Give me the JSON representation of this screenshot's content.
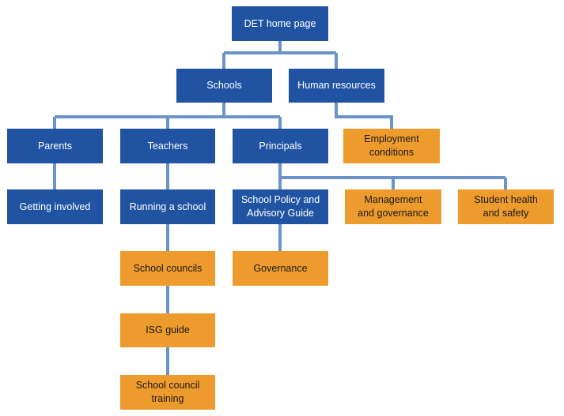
{
  "colors": {
    "blue_node": "#2054a2",
    "orange_node": "#ee9b2e",
    "connector": "#6b93c8"
  },
  "nodes": {
    "det_home": "DET home page",
    "schools": "Schools",
    "human_resources": "Human resources",
    "employment_conditions": "Employment\nconditions",
    "parents": "Parents",
    "teachers": "Teachers",
    "principals": "Principals",
    "getting_involved": "Getting involved",
    "running_a_school": "Running a school",
    "school_policy": "School Policy and\nAdvisory Guide",
    "management_governance": "Management\nand governance",
    "student_health": "Student health\nand safety",
    "school_councils": "School councils",
    "governance": "Governance",
    "isg_guide": "ISG guide",
    "school_council_training": "School council\ntraining"
  }
}
